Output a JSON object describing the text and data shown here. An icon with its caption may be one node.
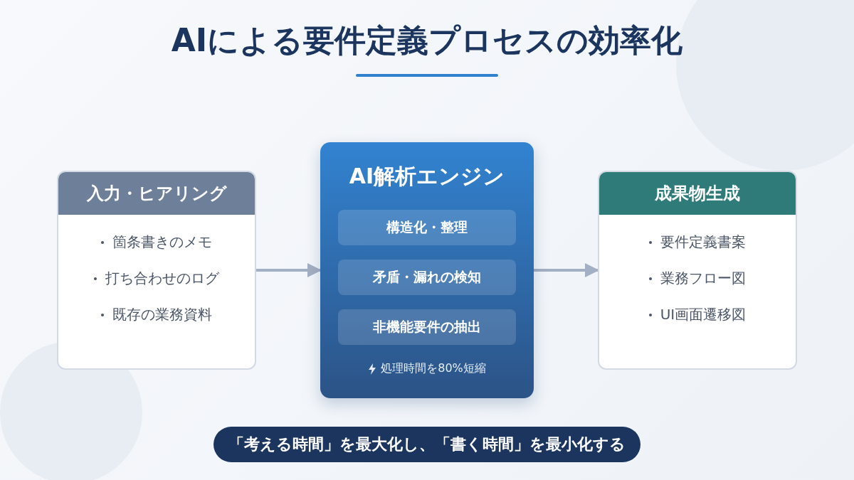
{
  "diagram": {
    "title": "AIによる要件定義プロセスの効率化",
    "nodes": [
      {
        "text": [
          "入力・ヒアリング",
          "箇条書きのメモ",
          "打ち合わせのログ",
          "既存の業務資料"
        ]
      },
      {
        "text": [
          "AI解析エンジン",
          "処理時間を80%短縮"
        ]
      },
      {
        "text": [
          "構造化・整理"
        ],
        "in": 1
      },
      {
        "text": [
          "矛盾・漏れの検知"
        ],
        "in": 1
      },
      {
        "text": [
          "非機能要件の抽出"
        ],
        "in": 1
      },
      {
        "text": [
          "成果物生成",
          "要件定義書案",
          "業務フロー図",
          "UI画面遷移図"
        ]
      },
      {
        "text": [
          "「考える時間」を最大化し、「書く時間」を最小化する"
        ]
      }
    ],
    "edges": [
      {
        "from": 0,
        "to": 1,
        "arrow": "to"
      },
      {
        "from": 1,
        "to": 5,
        "arrow": "to"
      }
    ]
  }
}
